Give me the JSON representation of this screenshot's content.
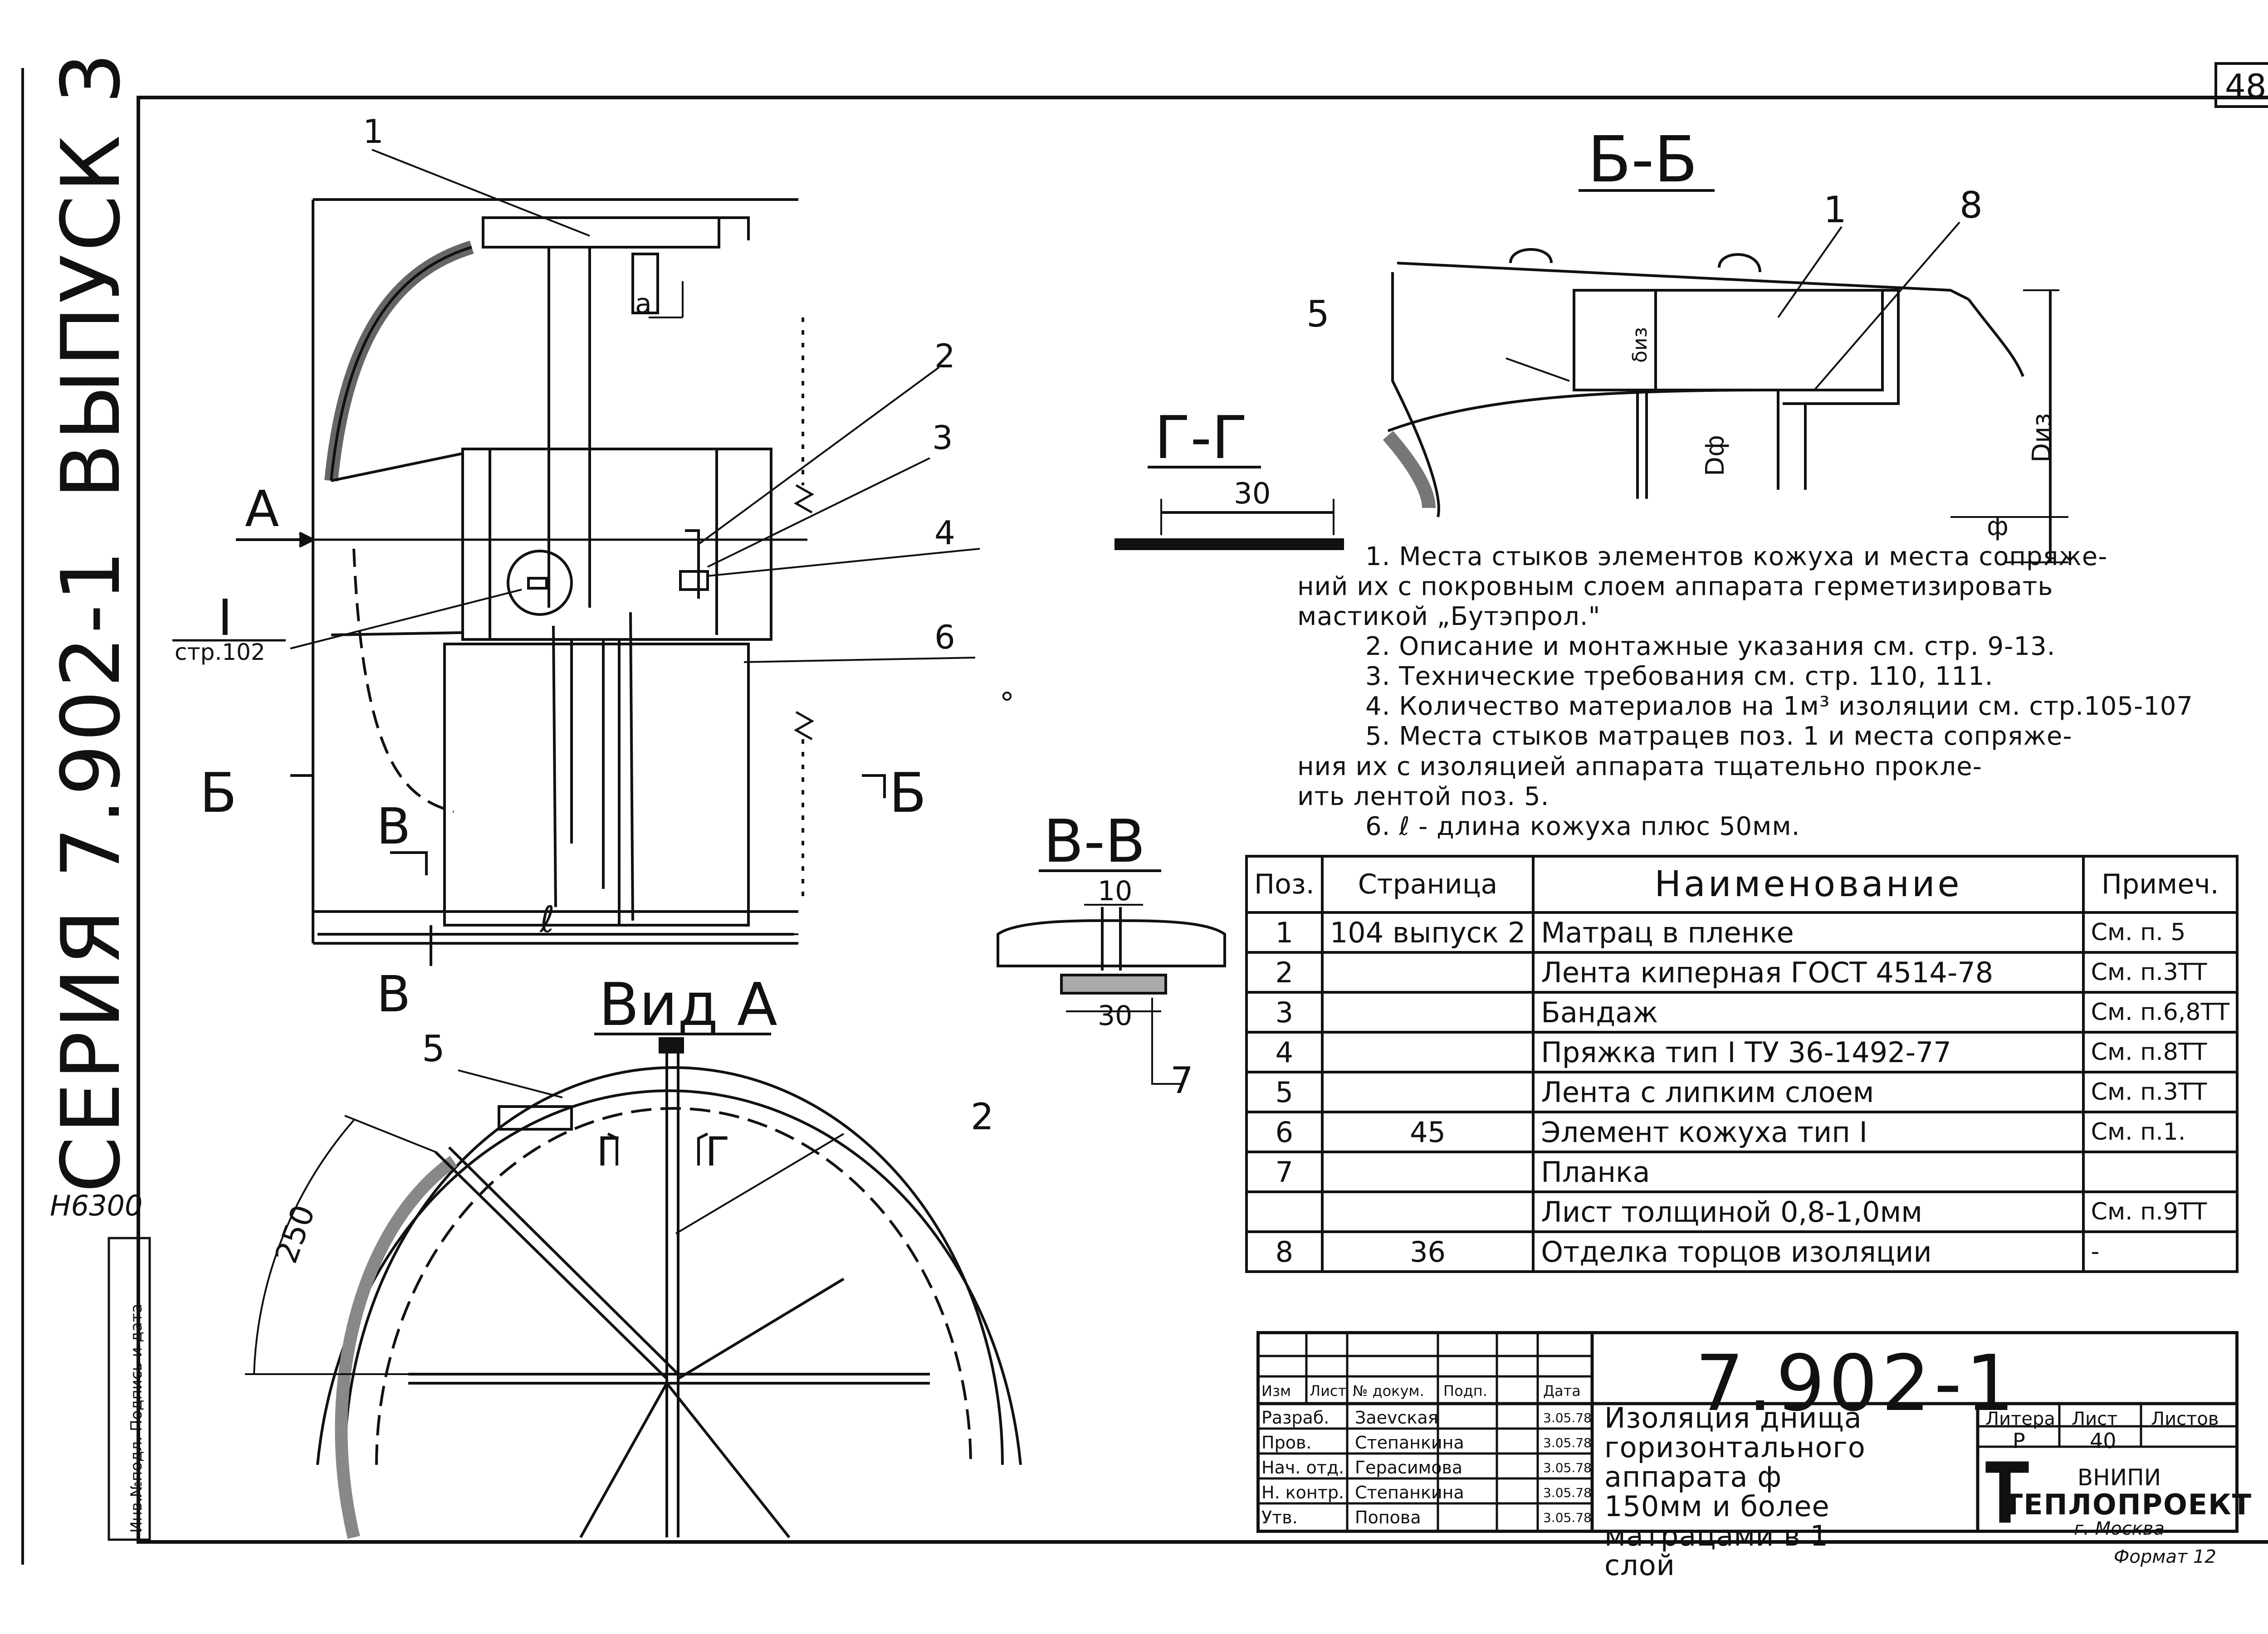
{
  "sheet_number": "48",
  "margin": {
    "series": "СЕРИЯ 7.902-1",
    "issue": "ВЫПУСК 3",
    "inventory": "Н6300",
    "stamp_text": "Инв.№подл. Подпись и дата"
  },
  "views": {
    "bb": "Б-Б",
    "gg": "Г-Г",
    "vv": "В-В",
    "via": "Вид А"
  },
  "labels": {
    "p1": "1",
    "p2": "2",
    "p3": "3",
    "p4": "4",
    "p5": "5",
    "p6": "6",
    "p7": "7",
    "p8": "8",
    "A": "А",
    "B_left": "Б",
    "B_right": "Б",
    "V1": "В",
    "V2": "В",
    "G1": "Г",
    "G2": "Г",
    "I": "I",
    "I_ref": "стр.102",
    "a": "a",
    "l": "ℓ",
    "delta": "δиз",
    "Dp": "Dф",
    "Diz": "Dиз",
    "phi": "ф",
    "dim30": "30",
    "dim10": "10",
    "dim30b": "30",
    "dim250": "250"
  },
  "notes": [
    "1. Места стыков элементов кожуха и места сопряже-",
    "ний их с покровным слоем аппарата герметизировать",
    "мастикой „Бутэпрол.\"",
    "2. Описание и монтажные указания см. стр. 9-13.",
    "3. Технические требования см. стр. 110, 111.",
    "4. Количество материалов на 1м³ изоляции см. стр.105-107",
    "5. Места стыков матрацев поз. 1 и места сопряже-",
    "ния их с изоляцией аппарата тщательно прокле-",
    "ить лентой поз. 5.",
    "6. ℓ - длина кожуха плюс 50мм."
  ],
  "spec": {
    "headers": [
      "Поз.",
      "Страница",
      "Наименование",
      "Примеч."
    ],
    "rows": [
      {
        "pos": "1",
        "page": "104 выпуск 2",
        "name": "Матрац в пленке",
        "note": "См. п. 5"
      },
      {
        "pos": "2",
        "page": "",
        "name": "Лента киперная ГОСТ 4514-78",
        "note": "См. п.3ТТ"
      },
      {
        "pos": "3",
        "page": "",
        "name": "Бандаж",
        "note": "См. п.6,8ТТ"
      },
      {
        "pos": "4",
        "page": "",
        "name": "Пряжка тип I ТУ 36-1492-77",
        "note": "См. п.8ТТ"
      },
      {
        "pos": "5",
        "page": "",
        "name": "Лента с липким слоем",
        "note": "См. п.3ТТ"
      },
      {
        "pos": "6",
        "page": "45",
        "name": "Элемент кожуха тип I",
        "note": "См. п.1."
      },
      {
        "pos": "7",
        "page": "",
        "name": "Планка",
        "note": ""
      },
      {
        "pos": "",
        "page": "",
        "name": "Лист толщиной 0,8-1,0мм",
        "note": "См. п.9ТТ"
      },
      {
        "pos": "8",
        "page": "36",
        "name": "Отделка торцов изоляции",
        "note": "-"
      }
    ]
  },
  "title_block": {
    "code": "7.902-1",
    "title": "Изоляция днища горизонтального аппарата ф 150мм и более матрацами в 1 слой",
    "heads": {
      "izm": "Изм",
      "list": "Лист",
      "doc": "№ докум.",
      "podp": "Подп.",
      "data": "Дата"
    },
    "lit_head": "Литера",
    "sheet_head": "Лист",
    "sheets_head": "Листов",
    "lit": "Р",
    "sheet": "40",
    "sheets": "",
    "signatures": [
      {
        "role": "Разраб.",
        "name": "Заеvская",
        "date": "3.05.78"
      },
      {
        "role": "Пров.",
        "name": "Степанкина",
        "date": "3.05.78"
      },
      {
        "role": "Нач. отд.",
        "name": "Герасимова",
        "date": "3.05.78"
      },
      {
        "role": "Н. контр.",
        "name": "Степанкина",
        "date": "3.05.78"
      },
      {
        "role": "Утв.",
        "name": "Попова",
        "date": "3.05.78"
      }
    ],
    "org_line1": "ВНИПИ",
    "org_line2": "ТЕПЛОПРОЕКТ",
    "org_line3": "г. Москва"
  },
  "format": "Формат 12"
}
